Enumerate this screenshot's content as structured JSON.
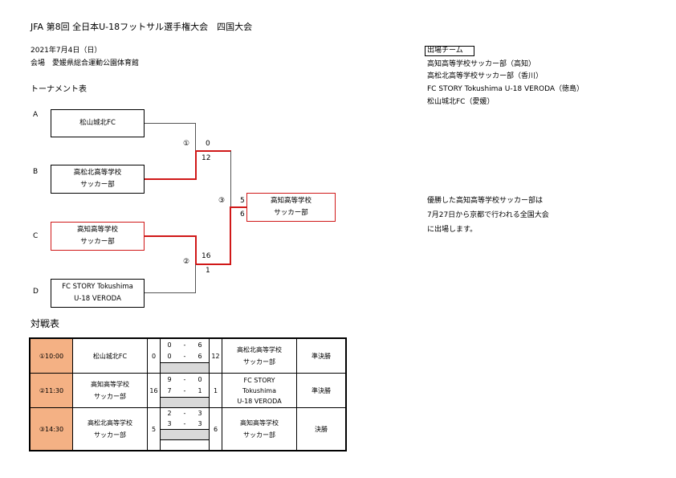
{
  "title": "JFA 第8回 全日本U-18フットサル選手権大会　四国大会",
  "date": "2021年7月4日（日）",
  "venue": "会場　愛媛県総合運動公園体育館",
  "tournament_label": "トーナメント表",
  "entries": {
    "heading": "出場チーム",
    "teams": [
      "高知高等学校サッカー部（高知）",
      "高松北高等学校サッカー部（香川）",
      "FC STORY Tokushima U-18 VERODA（徳島）",
      "松山城北FC（愛媛）"
    ]
  },
  "bracket": {
    "slots": [
      "A",
      "B",
      "C",
      "D"
    ],
    "teams": {
      "a": [
        "松山城北FC"
      ],
      "b": [
        "高松北高等学校",
        "サッカー部"
      ],
      "c": [
        "高知高等学校",
        "サッカー部"
      ],
      "d": [
        "FC STORY Tokushima",
        "U-18 VERODA"
      ]
    },
    "winner": [
      "高知高等学校",
      "サッカー部"
    ],
    "match_nums": [
      "①",
      "②",
      "③"
    ],
    "scores": {
      "m1_top": "0",
      "m1_bottom": "12",
      "m2_top": "16",
      "m2_bottom": "1",
      "m3_top": "5",
      "m3_bottom": "6"
    }
  },
  "message": [
    "優勝した高知高等学校サッカー部は",
    "7月27日から京都で行われる全国大会",
    "に出場します。"
  ],
  "matches_label": "対戦表",
  "matches": [
    {
      "time": "①10:00",
      "home": [
        "松山城北FC"
      ],
      "home_total": "0",
      "halves": [
        [
          "0",
          "-",
          "6"
        ],
        [
          "0",
          "-",
          "6"
        ]
      ],
      "away_total": "12",
      "away": [
        "高松北高等学校",
        "サッカー部"
      ],
      "round": "準決勝"
    },
    {
      "time": "②11:30",
      "home": [
        "高知高等学校",
        "サッカー部"
      ],
      "home_total": "16",
      "halves": [
        [
          "9",
          "-",
          "0"
        ],
        [
          "7",
          "-",
          "1"
        ]
      ],
      "away_total": "1",
      "away": [
        "FC STORY",
        "Tokushima",
        "U-18 VERODA"
      ],
      "round": "準決勝"
    },
    {
      "time": "③14:30",
      "home": [
        "高松北高等学校",
        "サッカー部"
      ],
      "home_total": "5",
      "halves": [
        [
          "2",
          "-",
          "3"
        ],
        [
          "3",
          "-",
          "3"
        ]
      ],
      "away_total": "6",
      "away": [
        "高知高等学校",
        "サッカー部"
      ],
      "round": "決勝"
    }
  ]
}
